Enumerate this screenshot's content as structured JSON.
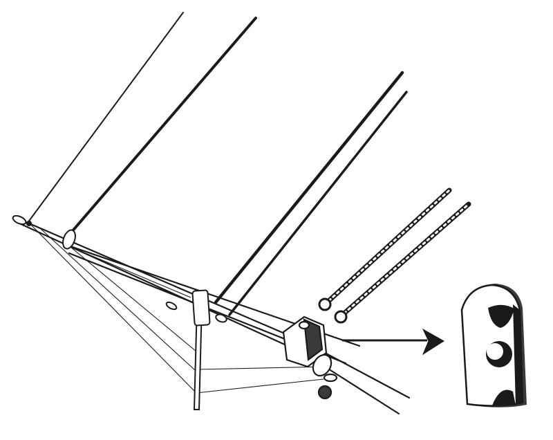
{
  "figure": {
    "description_visible_text": "",
    "colors": {
      "ink": "#1a1a1a",
      "paper": "#ffffff",
      "shade": "#3a3a3a"
    },
    "parts": [
      "bowsprit-spar",
      "jibboom-spar",
      "martingale-boom",
      "stays",
      "rope-guys",
      "bowsprit-cap",
      "jibboom-heel-clamp",
      "pointer-arrow",
      "cap-detail-inset"
    ]
  }
}
